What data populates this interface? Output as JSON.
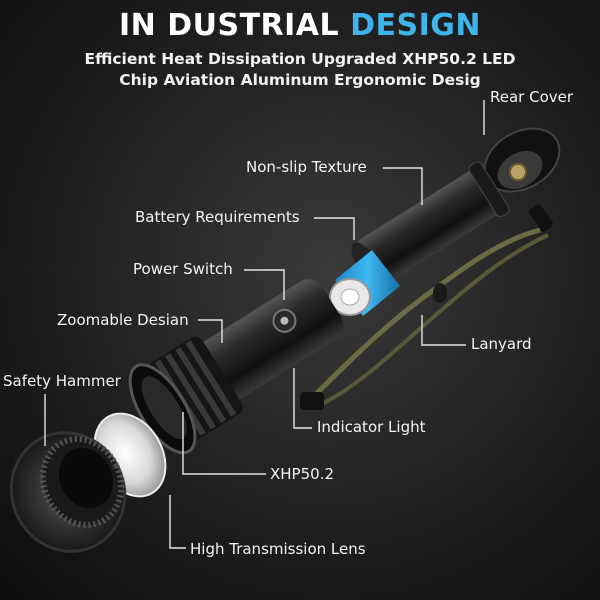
{
  "header": {
    "title_main": "IN DUSTRIAL",
    "title_accent": "DESIGN",
    "subtitle_line1": "Efficient Heat Dissipation Upgraded XHP50.2 LED",
    "subtitle_line2": "Chip Aviation Aluminum Ergonomic Desig"
  },
  "callouts": {
    "rear_cover": "Rear Cover",
    "non_slip_texture": "Non-slip Texture",
    "battery_requirements": "Battery Requirements",
    "power_switch": "Power Switch",
    "zoomable_design": "Zoomable Desian",
    "lanyard": "Lanyard",
    "safety_hammer": "Safety Hammer",
    "indicator_light": "Indicator Light",
    "xhp": "XHP50.2",
    "lens": "High Transmission Lens"
  },
  "colors": {
    "accent": "#3fb4ea",
    "battery": "#2aa3e6",
    "lanyard": "#6b6b45"
  }
}
